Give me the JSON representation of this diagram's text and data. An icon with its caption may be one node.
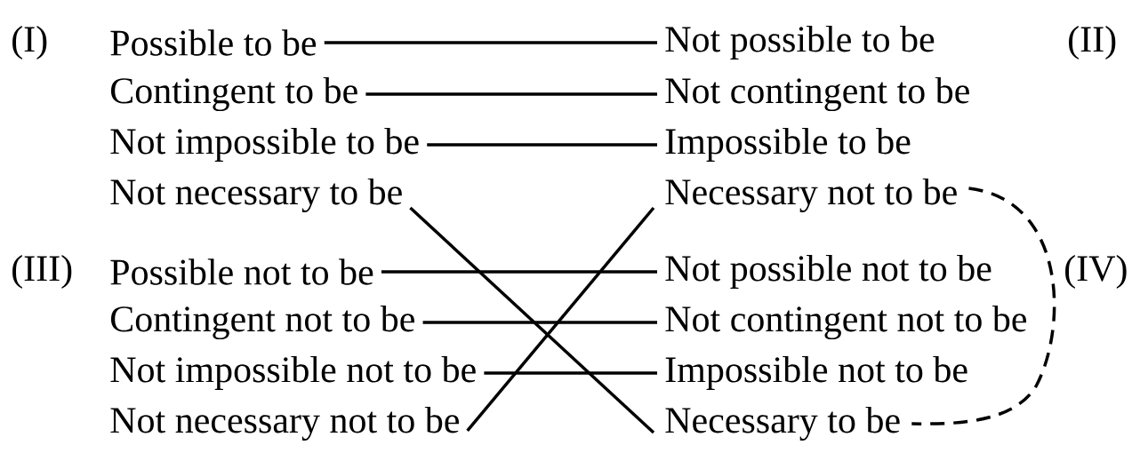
{
  "diagram": {
    "nodes": [
      {
        "text": [
          "Possible to be"
        ]
      },
      {
        "text": [
          "Not possible to be"
        ]
      },
      {
        "text": [
          "Contingent to be"
        ]
      },
      {
        "text": [
          "Not contingent to be"
        ]
      },
      {
        "text": [
          "Not impossible to be"
        ]
      },
      {
        "text": [
          "Impossible to be"
        ]
      },
      {
        "text": [
          "Not necessary to be"
        ]
      },
      {
        "text": [
          "Necessary not to be"
        ]
      },
      {
        "text": [
          "Possible not to be"
        ]
      },
      {
        "text": [
          "Not possible not to be"
        ]
      },
      {
        "text": [
          "Contingent not to be"
        ]
      },
      {
        "text": [
          "Not contingent not to be"
        ]
      },
      {
        "text": [
          "Not impossible not to be"
        ]
      },
      {
        "text": [
          "Impossible not to be"
        ]
      },
      {
        "text": [
          "Not necessary not to be"
        ]
      },
      {
        "text": [
          "Necessary to be"
        ]
      }
    ],
    "edges": [
      {
        "from": 0,
        "to": 1,
        "arrow": "none"
      },
      {
        "from": 2,
        "to": 3,
        "arrow": "none"
      },
      {
        "from": 4,
        "to": 5,
        "arrow": "none"
      },
      {
        "from": 8,
        "to": 9,
        "arrow": "none"
      },
      {
        "from": 10,
        "to": 11,
        "arrow": "none"
      },
      {
        "from": 12,
        "to": 13,
        "arrow": "none"
      },
      {
        "from": 6,
        "to": 15,
        "arrow": "none"
      },
      {
        "from": 14,
        "to": 7,
        "arrow": "none"
      },
      {
        "from": 7,
        "to": 15,
        "arrow": "none",
        "style": "dashed"
      }
    ],
    "labels": [
      "(I)",
      "(II)",
      "(III)",
      "(IV)"
    ]
  }
}
